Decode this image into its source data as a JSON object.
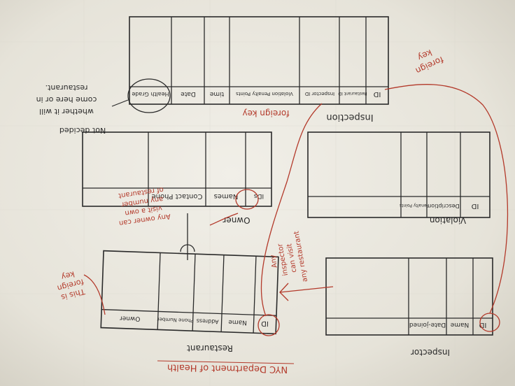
{
  "sketch": {
    "inspection_table": {
      "caption": "Inspection",
      "columns": [
        "ID",
        "Restaurant ID",
        "Inspector ID",
        "Violation Penalty Points",
        "time",
        "Date",
        "Health Grade"
      ]
    },
    "owner_table": {
      "caption": "Owner",
      "columns": [
        "IDs",
        "Names",
        "Contact Phone"
      ]
    },
    "violation_table": {
      "caption": "Violation",
      "columns": [
        "ID",
        "Description",
        "Penalty Points"
      ]
    },
    "restaurant_table": {
      "caption": "Restaurant",
      "columns": [
        "ID",
        "Name",
        "Address",
        "Phone Number",
        "Owner"
      ]
    },
    "inspector_table": {
      "caption": "Inspector",
      "columns": [
        "ID",
        "Name",
        "Date-joined"
      ]
    },
    "notes": {
      "not_decided": "Not decided",
      "not_decided_detail": [
        "whether it will",
        "come here or in",
        "restaurant."
      ],
      "foreign_key_inspection": "foreign key",
      "foreign_key_top_right": [
        "foreign",
        "key"
      ],
      "owner_can_visit": [
        "Any owner can",
        "visit a own",
        "any number",
        "of restaurant"
      ],
      "inspector_can_visit": [
        "Any",
        "inspector",
        "can visit",
        "any restaurant"
      ],
      "this_is_foreign_key": [
        "This is",
        "foreign",
        "key"
      ],
      "footer": "NYC Department of Health"
    }
  }
}
